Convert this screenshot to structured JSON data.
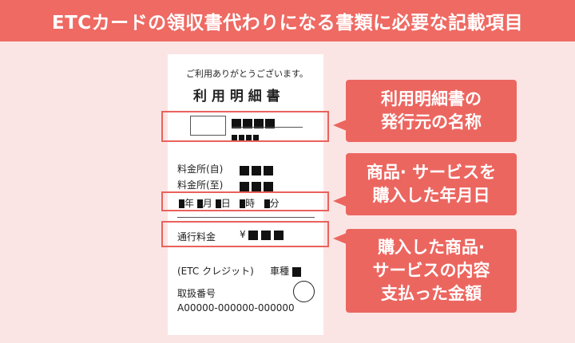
{
  "header": {
    "title": "ETCカードの領収書代わりになる書類に必要な記載項目"
  },
  "receipt": {
    "greeting": "ご利用ありがとうございます。",
    "title": "利 用 明 細 書",
    "from_label": "料金所(自)",
    "to_label": "料金所(至)",
    "date_parts": [
      "年",
      "月",
      "日",
      "時",
      "分"
    ],
    "fee_label": "通行料金",
    "yen": "¥",
    "credit_label": "(ETC クレジット)",
    "vehicle_label": "車種",
    "number_label": "取扱番号",
    "number_value": "A00000-000000-000000"
  },
  "callouts": [
    {
      "text": "利用明細書の\n発行元の名称"
    },
    {
      "text": "商品· サービスを\n購入した年月日"
    },
    {
      "text": "購入した商品·\nサービスの内容\n支払った金額"
    }
  ],
  "colors": {
    "accent": "#ee6a63",
    "background": "#fbe5e4"
  }
}
